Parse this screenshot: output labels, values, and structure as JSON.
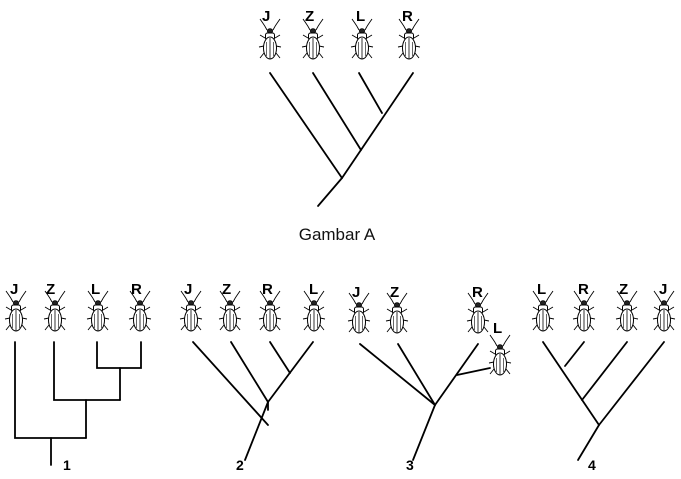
{
  "top": {
    "caption": "Gambar A",
    "taxa": [
      "J",
      "Z",
      "L",
      "R"
    ]
  },
  "trees": [
    {
      "number": "1",
      "taxa": [
        "J",
        "Z",
        "L",
        "R"
      ]
    },
    {
      "number": "2",
      "taxa": [
        "J",
        "Z",
        "R",
        "L"
      ]
    },
    {
      "number": "3",
      "taxa": [
        "J",
        "Z",
        "R",
        "L"
      ]
    },
    {
      "number": "4",
      "taxa": [
        "L",
        "R",
        "Z",
        "J"
      ]
    }
  ]
}
